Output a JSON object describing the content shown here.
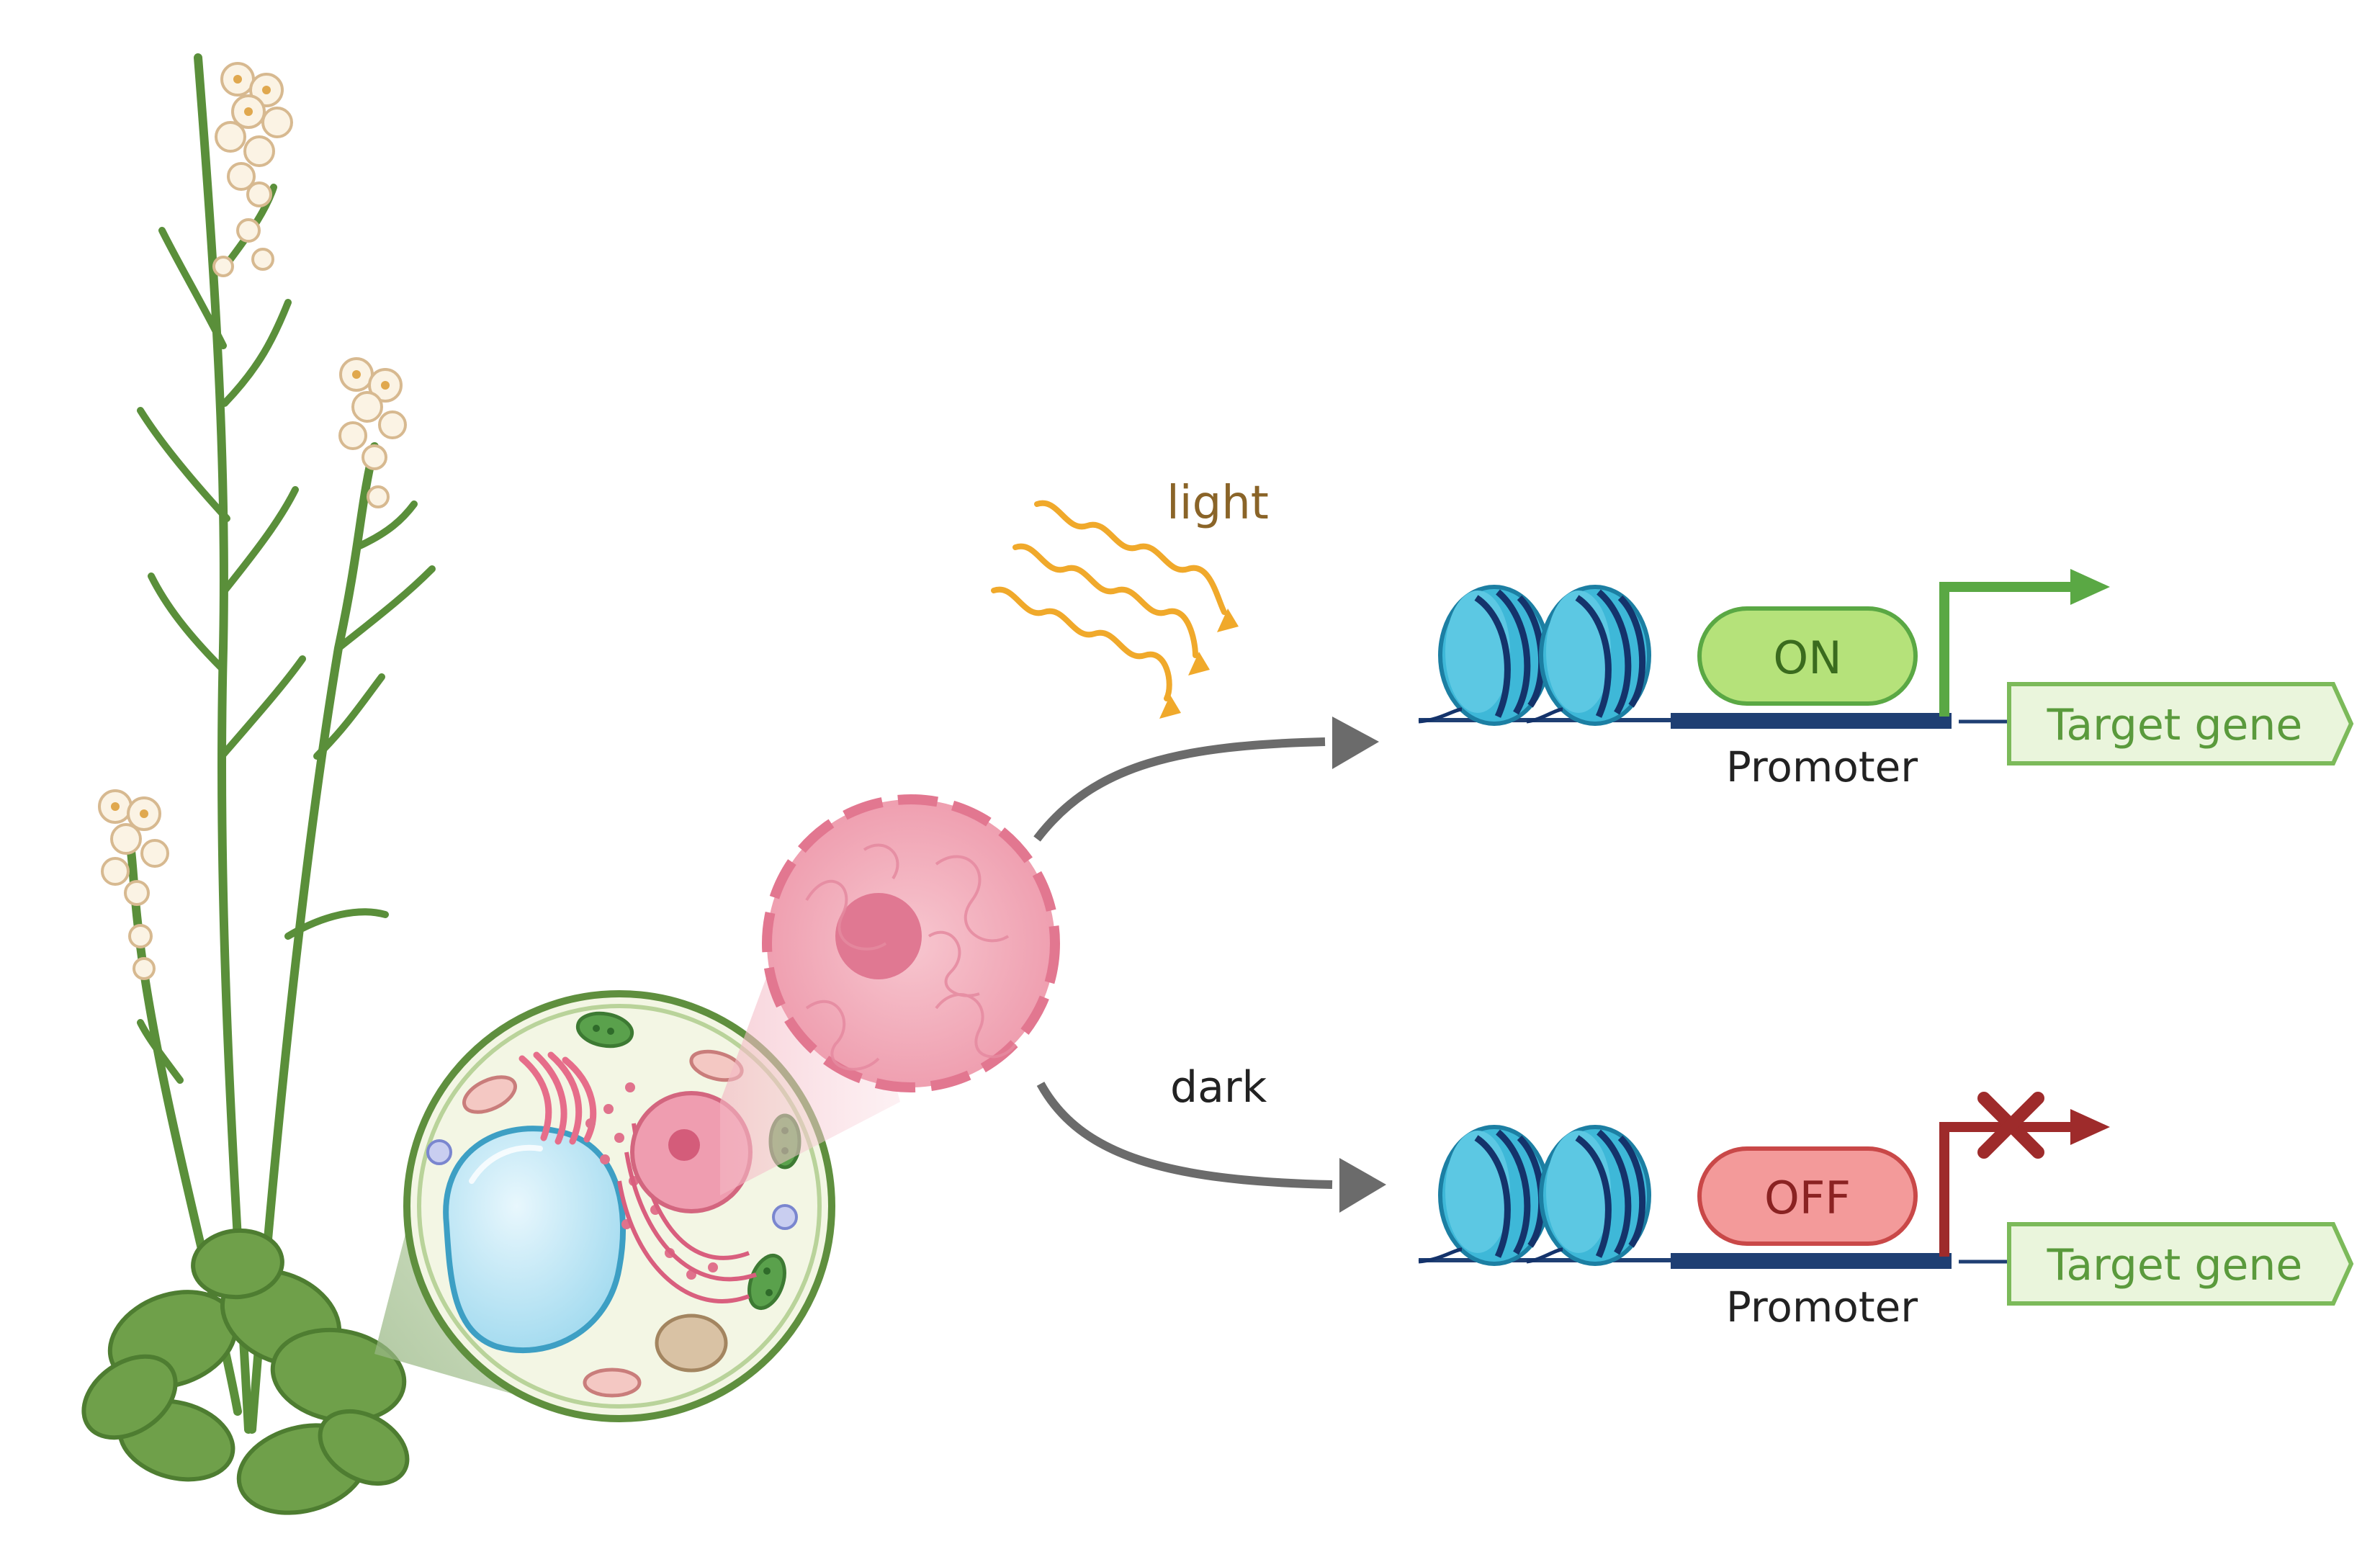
{
  "labels": {
    "light": "light",
    "dark": "dark"
  },
  "light_branch": {
    "state": "ON",
    "promoter": "Promoter",
    "gene": "Target gene"
  },
  "dark_branch": {
    "state": "OFF",
    "promoter": "Promoter",
    "gene": "Target gene"
  },
  "colors": {
    "light_rays": "#f0a92b",
    "on_fill": "#b5e27a",
    "on_arrow": "#5aa844",
    "off_fill": "#f39a9a",
    "off_arrow": "#9e2b2b",
    "nucleosome": "#3eb8d8",
    "promoter_bar": "#1f3f73",
    "gene_box": "#eaf5dc",
    "gene_text": "#5a9a3c",
    "flow_arrow": "#6b6b6b",
    "light_text": "#8a6428"
  }
}
